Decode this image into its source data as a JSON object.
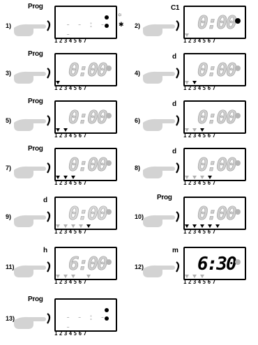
{
  "steps": [
    {
      "num": "1)",
      "button": "Prog",
      "display": "dashes",
      "days": "1234567"
    },
    {
      "num": "2)",
      "button": "C1",
      "display": "0:00",
      "days": "1234567"
    },
    {
      "num": "3)",
      "button": "Prog",
      "display": "0:00",
      "days": "1234567"
    },
    {
      "num": "4)",
      "button": "d",
      "display": "0:00",
      "days": "1234567"
    },
    {
      "num": "5)",
      "button": "Prog",
      "display": "0:00",
      "days": "1234567"
    },
    {
      "num": "6)",
      "button": "d",
      "display": "0:00",
      "days": "1234567"
    },
    {
      "num": "7)",
      "button": "Prog",
      "display": "0:00",
      "days": "1234567"
    },
    {
      "num": "8)",
      "button": "d",
      "display": "0:00",
      "days": "1234567"
    },
    {
      "num": "9)",
      "button": "d",
      "display": "0:00",
      "days": "1234567"
    },
    {
      "num": "10)",
      "button": "Prog",
      "display": "0:00",
      "days": "1234567"
    },
    {
      "num": "11)",
      "button": "h",
      "display": "6:00",
      "days": "1234567"
    },
    {
      "num": "12)",
      "button": "m",
      "display": "6:30",
      "days": "1234567"
    },
    {
      "num": "13)",
      "button": "Prog",
      "display": "dashes",
      "days": "1234567"
    }
  ],
  "dashes_text": "- - : - -",
  "colors": {
    "ink": "#000000",
    "lcd_ghost": "#cfcfcf",
    "indicator": "#b0b0b0"
  }
}
